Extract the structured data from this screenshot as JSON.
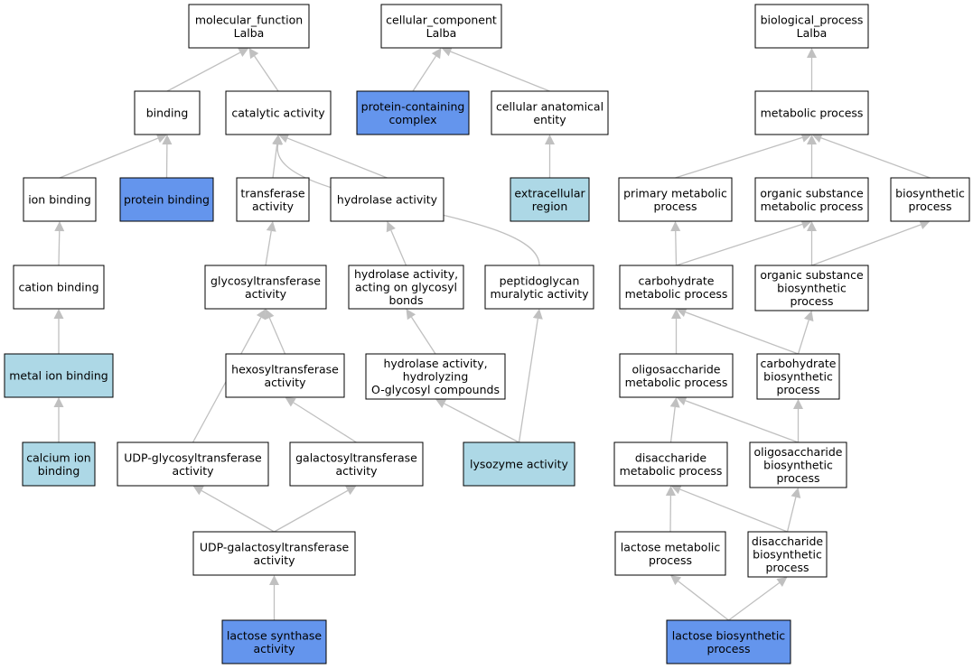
{
  "colors": {
    "plain": "#ffffff",
    "direct": "#6495ed",
    "inferred": "#add8e6",
    "edge": "#c0c0c0",
    "border": "#000000"
  },
  "nodes": [
    {
      "id": "mf",
      "lines": [
        "molecular_function",
        "Lalba"
      ],
      "style": "plain"
    },
    {
      "id": "cc",
      "lines": [
        "cellular_component",
        "Lalba"
      ],
      "style": "plain"
    },
    {
      "id": "bp",
      "lines": [
        "biological_process",
        "Lalba"
      ],
      "style": "plain"
    },
    {
      "id": "binding",
      "lines": [
        "binding"
      ],
      "style": "plain"
    },
    {
      "id": "catalytic",
      "lines": [
        "catalytic activity"
      ],
      "style": "plain"
    },
    {
      "id": "pcc",
      "lines": [
        "protein-containing",
        "complex"
      ],
      "style": "direct"
    },
    {
      "id": "cae",
      "lines": [
        "cellular anatomical",
        "entity"
      ],
      "style": "plain"
    },
    {
      "id": "metabolic",
      "lines": [
        "metabolic process"
      ],
      "style": "plain"
    },
    {
      "id": "ionbinding",
      "lines": [
        "ion binding"
      ],
      "style": "plain"
    },
    {
      "id": "proteinbinding",
      "lines": [
        "protein binding"
      ],
      "style": "direct"
    },
    {
      "id": "transferase",
      "lines": [
        "transferase",
        "activity"
      ],
      "style": "plain"
    },
    {
      "id": "hydrolase",
      "lines": [
        "hydrolase activity"
      ],
      "style": "plain"
    },
    {
      "id": "extracellular",
      "lines": [
        "extracellular",
        "region"
      ],
      "style": "inferred"
    },
    {
      "id": "primarymet",
      "lines": [
        "primary metabolic",
        "process"
      ],
      "style": "plain"
    },
    {
      "id": "organicmet",
      "lines": [
        "organic substance",
        "metabolic process"
      ],
      "style": "plain"
    },
    {
      "id": "biosynthetic",
      "lines": [
        "biosynthetic",
        "process"
      ],
      "style": "plain"
    },
    {
      "id": "cationbinding",
      "lines": [
        "cation binding"
      ],
      "style": "plain"
    },
    {
      "id": "glycosyltransferase",
      "lines": [
        "glycosyltransferase",
        "activity"
      ],
      "style": "plain"
    },
    {
      "id": "hydroglycosyl",
      "lines": [
        "hydrolase activity,",
        "acting on glycosyl",
        "bonds"
      ],
      "style": "plain"
    },
    {
      "id": "peptidoglycan",
      "lines": [
        "peptidoglycan",
        "muralytic activity"
      ],
      "style": "plain"
    },
    {
      "id": "carbmet",
      "lines": [
        "carbohydrate",
        "metabolic process"
      ],
      "style": "plain"
    },
    {
      "id": "organicbio",
      "lines": [
        "organic substance",
        "biosynthetic",
        "process"
      ],
      "style": "plain"
    },
    {
      "id": "metalion",
      "lines": [
        "metal ion binding"
      ],
      "style": "inferred"
    },
    {
      "id": "hexosyl",
      "lines": [
        "hexosyltransferase",
        "activity"
      ],
      "style": "plain"
    },
    {
      "id": "hydroOglyc",
      "lines": [
        "hydrolase activity,",
        "hydrolyzing",
        "O-glycosyl compounds"
      ],
      "style": "plain"
    },
    {
      "id": "oligomet",
      "lines": [
        "oligosaccharide",
        "metabolic process"
      ],
      "style": "plain"
    },
    {
      "id": "carbbio",
      "lines": [
        "carbohydrate",
        "biosynthetic",
        "process"
      ],
      "style": "plain"
    },
    {
      "id": "calcium",
      "lines": [
        "calcium ion",
        "binding"
      ],
      "style": "inferred"
    },
    {
      "id": "udpglyc",
      "lines": [
        "UDP-glycosyltransferase",
        "activity"
      ],
      "style": "plain"
    },
    {
      "id": "galacto",
      "lines": [
        "galactosyltransferase",
        "activity"
      ],
      "style": "plain"
    },
    {
      "id": "lysozyme",
      "lines": [
        "lysozyme activity"
      ],
      "style": "inferred"
    },
    {
      "id": "dimet",
      "lines": [
        "disaccharide",
        "metabolic process"
      ],
      "style": "plain"
    },
    {
      "id": "oligobio",
      "lines": [
        "oligosaccharide",
        "biosynthetic",
        "process"
      ],
      "style": "plain"
    },
    {
      "id": "udpgal",
      "lines": [
        "UDP-galactosyltransferase",
        "activity"
      ],
      "style": "plain"
    },
    {
      "id": "lactmet",
      "lines": [
        "lactose metabolic",
        "process"
      ],
      "style": "plain"
    },
    {
      "id": "dibio",
      "lines": [
        "disaccharide",
        "biosynthetic",
        "process"
      ],
      "style": "plain"
    },
    {
      "id": "lactsynth",
      "lines": [
        "lactose synthase",
        "activity"
      ],
      "style": "direct"
    },
    {
      "id": "lactbio",
      "lines": [
        "lactose biosynthetic",
        "process"
      ],
      "style": "direct"
    }
  ],
  "edges": [
    {
      "from": "binding",
      "to": "mf"
    },
    {
      "from": "catalytic",
      "to": "mf"
    },
    {
      "from": "pcc",
      "to": "cc"
    },
    {
      "from": "cae",
      "to": "cc"
    },
    {
      "from": "metabolic",
      "to": "bp"
    },
    {
      "from": "ionbinding",
      "to": "binding"
    },
    {
      "from": "proteinbinding",
      "to": "binding"
    },
    {
      "from": "transferase",
      "to": "catalytic"
    },
    {
      "from": "hydrolase",
      "to": "catalytic"
    },
    {
      "from": "peptidoglycan",
      "to": "catalytic"
    },
    {
      "from": "extracellular",
      "to": "cae"
    },
    {
      "from": "primarymet",
      "to": "metabolic"
    },
    {
      "from": "organicmet",
      "to": "metabolic"
    },
    {
      "from": "biosynthetic",
      "to": "metabolic"
    },
    {
      "from": "cationbinding",
      "to": "ionbinding"
    },
    {
      "from": "glycosyltransferase",
      "to": "transferase"
    },
    {
      "from": "hydroglycosyl",
      "to": "hydrolase"
    },
    {
      "from": "carbmet",
      "to": "primarymet"
    },
    {
      "from": "carbmet",
      "to": "organicmet"
    },
    {
      "from": "organicbio",
      "to": "organicmet"
    },
    {
      "from": "organicbio",
      "to": "biosynthetic"
    },
    {
      "from": "metalion",
      "to": "cationbinding"
    },
    {
      "from": "hexosyl",
      "to": "glycosyltransferase"
    },
    {
      "from": "udpglyc",
      "to": "glycosyltransferase"
    },
    {
      "from": "hydroOglyc",
      "to": "hydroglycosyl"
    },
    {
      "from": "oligomet",
      "to": "carbmet"
    },
    {
      "from": "carbbio",
      "to": "carbmet"
    },
    {
      "from": "carbbio",
      "to": "organicbio"
    },
    {
      "from": "calcium",
      "to": "metalion"
    },
    {
      "from": "galacto",
      "to": "hexosyl"
    },
    {
      "from": "lysozyme",
      "to": "hydroOglyc"
    },
    {
      "from": "lysozyme",
      "to": "peptidoglycan"
    },
    {
      "from": "dimet",
      "to": "oligomet"
    },
    {
      "from": "oligobio",
      "to": "oligomet"
    },
    {
      "from": "oligobio",
      "to": "carbbio"
    },
    {
      "from": "udpgal",
      "to": "udpglyc"
    },
    {
      "from": "udpgal",
      "to": "galacto"
    },
    {
      "from": "lactmet",
      "to": "dimet"
    },
    {
      "from": "dibio",
      "to": "dimet"
    },
    {
      "from": "dibio",
      "to": "oligobio"
    },
    {
      "from": "lactsynth",
      "to": "udpgal"
    },
    {
      "from": "lactbio",
      "to": "lactmet"
    },
    {
      "from": "lactbio",
      "to": "dibio"
    }
  ]
}
